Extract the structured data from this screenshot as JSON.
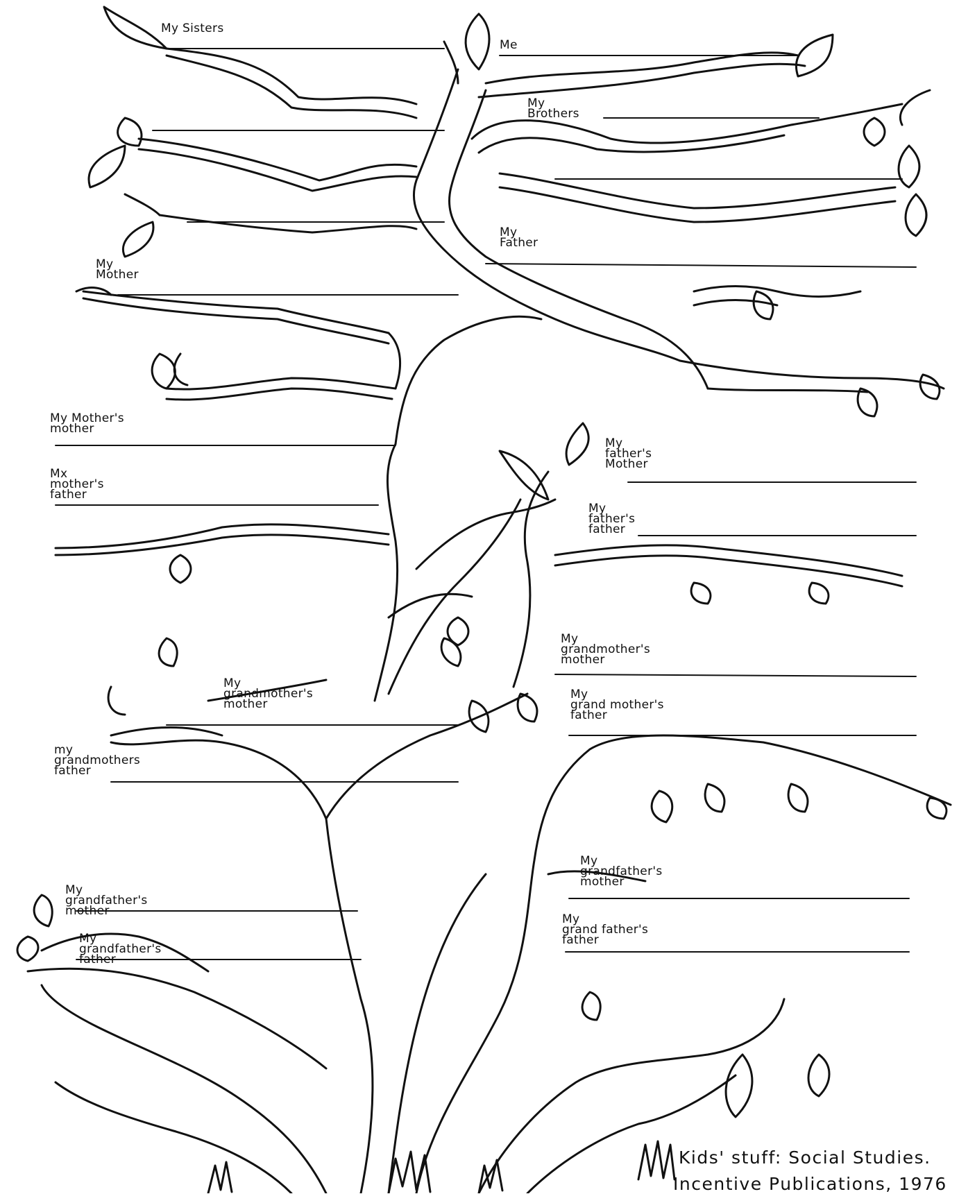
{
  "worksheet": {
    "labels": {
      "my_sisters": "My Sisters",
      "me": "Me",
      "my_brothers": "My\nBrothers",
      "my_father": "My\nFather",
      "my_mother": "My\nMother",
      "mothers_mother": "My Mother's\nmother",
      "mothers_father": "Mx\nmother's\nfather",
      "fathers_mother": "My\nfather's\nMother",
      "fathers_father": "My\nfather's\nfather",
      "grandmothers_mother_left": "My\ngrandmother's\nmother",
      "grandmothers_father_left": "my\ngrandmothers\nfather",
      "grandmothers_mother_right": "My\ngrandmother's\nmother",
      "grand_mothers_father_right": "My\ngrand mother's\nfather",
      "grandfathers_mother_left": "My\ngrandfather's\nmother",
      "grandfathers_father_left": "My\ngrandfather's\nfather",
      "grandfathers_mother_right": "My\ngrandfather's\nmother",
      "grand_fathers_father_right": "My\ngrand father's\nfather"
    },
    "credit": {
      "line1": "Kids' stuff: Social Studies.",
      "line2": "Incentive Publications, 1976"
    },
    "colors": {
      "ink": "#111111",
      "paper": "#ffffff"
    }
  }
}
